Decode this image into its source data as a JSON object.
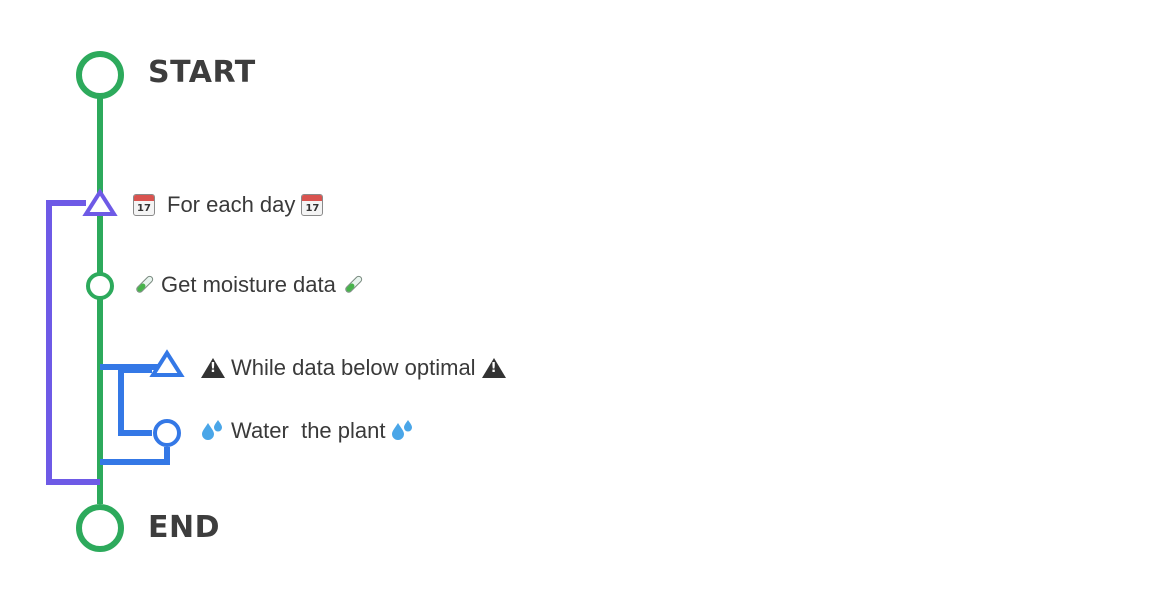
{
  "colors": {
    "main_line": "#2daa5c",
    "outer_loop": "#6e5ae6",
    "inner_loop": "#3478e6",
    "text": "#3a3a3a"
  },
  "nodes": {
    "start": "START",
    "end": "END"
  },
  "steps": [
    {
      "label": "For each day",
      "icon": "calendar-icon",
      "icon_text": "17"
    },
    {
      "label": "Get moisture data",
      "icon": "test-tube-icon"
    },
    {
      "label": "While data below optimal",
      "icon": "warning-icon",
      "icon_text": "!"
    },
    {
      "label": "Water  the plant",
      "icon": "water-drops-icon"
    }
  ]
}
